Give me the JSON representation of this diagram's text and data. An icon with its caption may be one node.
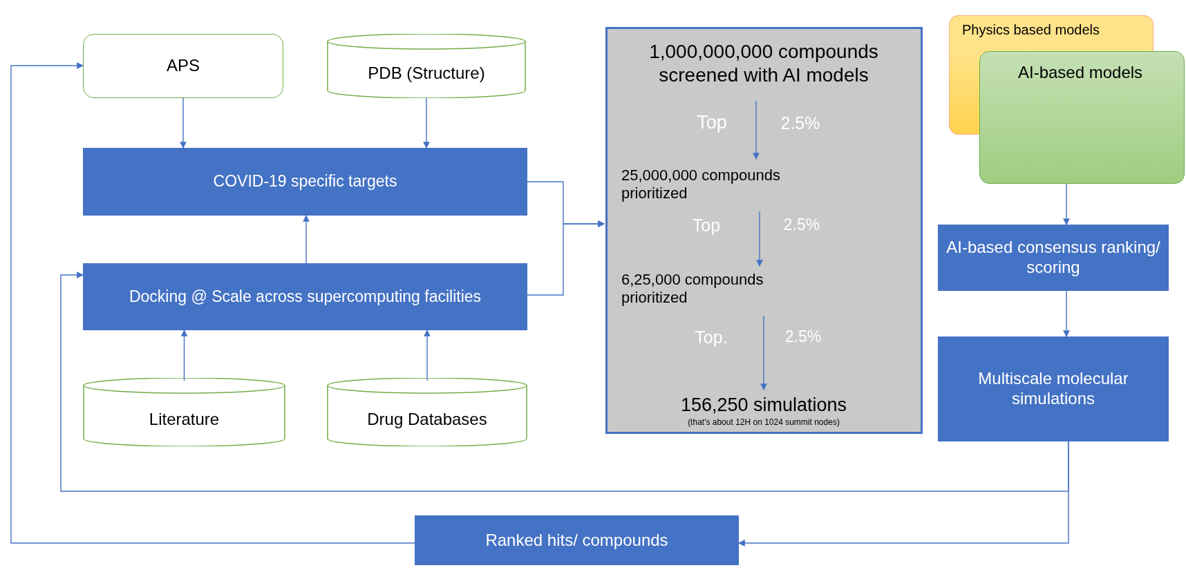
{
  "diagram": {
    "nodes": [
      {
        "text": [
          "APS"
        ]
      },
      {
        "text": [
          "PDB (Structure)"
        ]
      },
      {
        "text": [
          "COVID-19 specific targets"
        ]
      },
      {
        "text": [
          "Docking @ Scale across supercomputing facilities"
        ]
      },
      {
        "text": [
          "Literature"
        ]
      },
      {
        "text": [
          "Drug Databases"
        ]
      },
      {
        "text": [],
        "shape": "box"
      },
      {
        "text": [
          "1,000,000,000 compounds screened with AI models"
        ],
        "in": 6
      },
      {
        "text": [
          "25,000,000 compounds prioritized"
        ],
        "in": 6
      },
      {
        "text": [
          "6,25,000 compounds prioritized"
        ],
        "in": 6
      },
      {
        "text": [
          "156,250 simulations",
          "(that's about 12H on 1024 summit nodes)"
        ],
        "in": 6
      },
      {
        "text": [
          "Physics based models"
        ]
      },
      {
        "text": [
          "AI-based models"
        ]
      },
      {
        "text": [
          "AI-based consensus ranking/ scoring"
        ]
      },
      {
        "text": [
          "Multiscale molecular simulations"
        ]
      },
      {
        "text": [
          "Ranked hits/ compounds"
        ]
      }
    ],
    "edges": [
      {
        "from": 0,
        "to": 2,
        "arrow": "to"
      },
      {
        "from": 1,
        "to": 2,
        "arrow": "to"
      },
      {
        "from": 3,
        "to": 2,
        "arrow": "to"
      },
      {
        "from": 4,
        "to": 3,
        "arrow": "to"
      },
      {
        "from": 5,
        "to": 3,
        "arrow": "to"
      },
      {
        "from": 2,
        "to": 6,
        "arrow": "to"
      },
      {
        "from": 3,
        "to": 6,
        "arrow": "to"
      },
      {
        "from": 7,
        "to": 8,
        "arrow": "to"
      },
      {
        "from": 8,
        "to": 9,
        "arrow": "to"
      },
      {
        "from": 9,
        "to": 10,
        "arrow": "to"
      },
      {
        "from": 12,
        "to": 13,
        "arrow": "to"
      },
      {
        "from": 13,
        "to": 14,
        "arrow": "to"
      },
      {
        "from": 14,
        "to": 15,
        "arrow": "to"
      },
      {
        "from": 14,
        "to": 3,
        "arrow": "to"
      },
      {
        "from": 15,
        "to": 0,
        "arrow": "to"
      }
    ],
    "labels": [
      "Top",
      "2.5%",
      "Top",
      "2.5%",
      "Top.",
      "2.5%"
    ]
  }
}
